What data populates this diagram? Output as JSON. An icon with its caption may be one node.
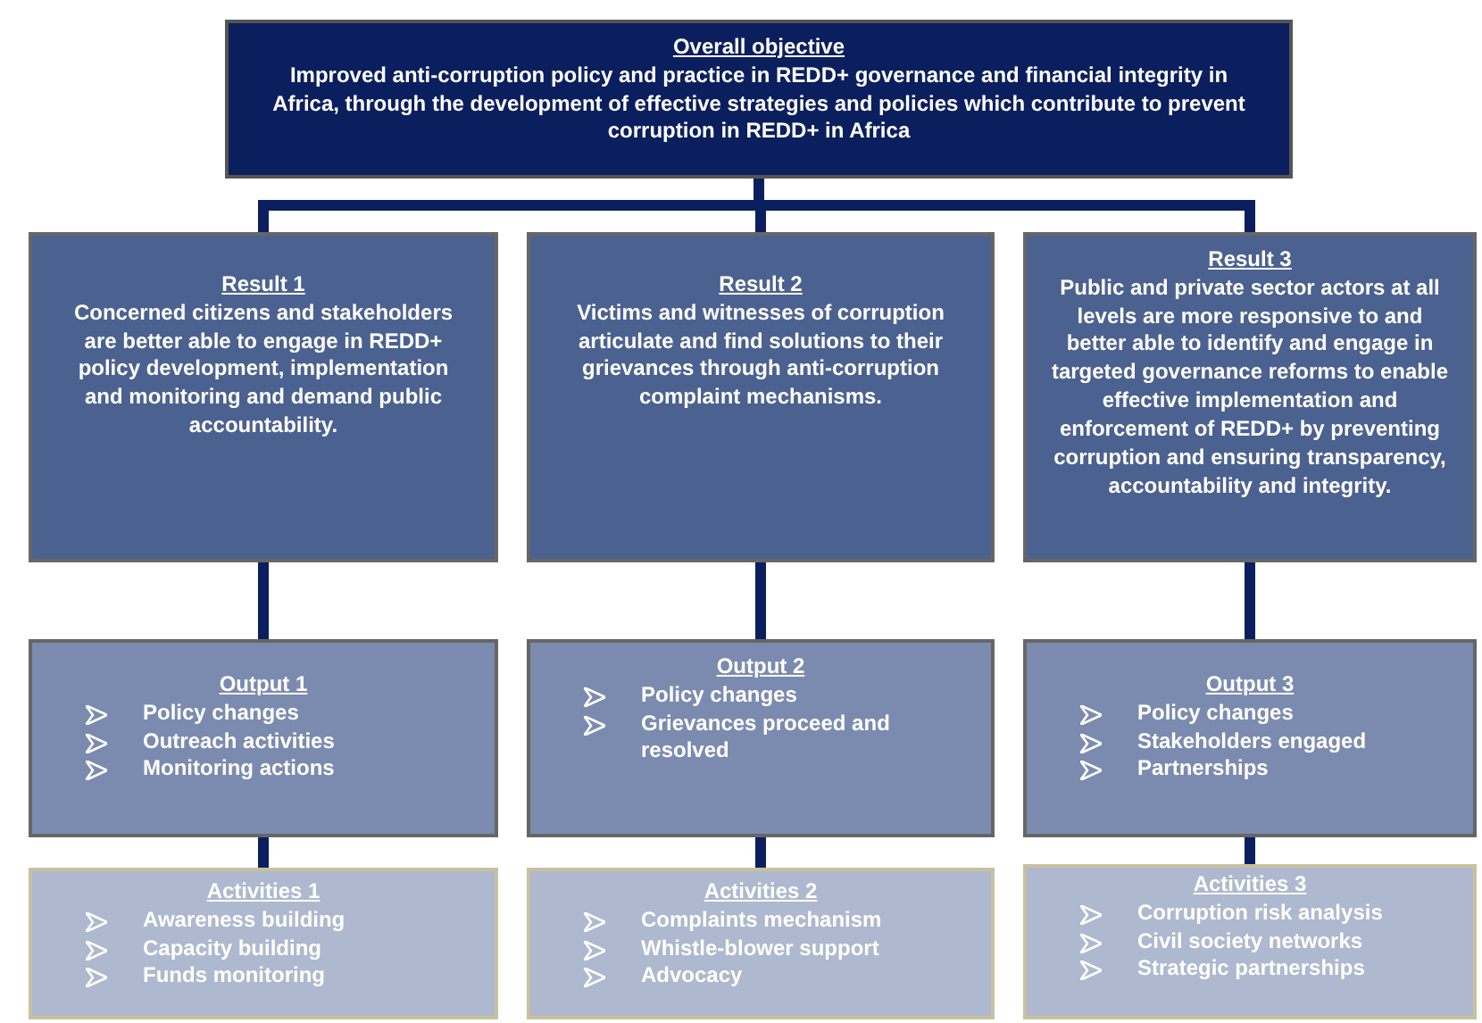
{
  "diagram": {
    "nodes": [
      {
        "text": [
          "Overall objective",
          "Improved anti-corruption policy and practice in REDD+ governance and financial integrity in Africa, through the development of effective strategies and policies which contribute to prevent corruption in REDD+ in Africa"
        ]
      },
      {
        "text": [
          "Result 1",
          "Concerned citizens and stakeholders are better able to engage in REDD+ policy development, implementation and monitoring and demand public accountability."
        ]
      },
      {
        "text": [
          "Result 2",
          "Victims and witnesses of corruption articulate and find solutions to their grievances through anti-corruption complaint mechanisms."
        ]
      },
      {
        "text": [
          "Result 3",
          "Public and private sector actors at all levels are more responsive to and better able to identify and engage in targeted governance reforms to enable effective implementation and enforcement of REDD+ by preventing corruption and ensuring transparency, accountability and integrity."
        ]
      },
      {
        "text": [
          "Output 1",
          "Policy changes",
          "Outreach activities",
          "Monitoring actions"
        ]
      },
      {
        "text": [
          "Output 2",
          "Policy changes",
          "Grievances proceed and resolved"
        ]
      },
      {
        "text": [
          "Output 3",
          "Policy changes",
          "Stakeholders engaged",
          "Partnerships"
        ]
      },
      {
        "text": [
          "Activities 1",
          "Awareness building",
          "Capacity building",
          "Funds monitoring"
        ]
      },
      {
        "text": [
          "Activities 2",
          "Complaints mechanism",
          "Whistle-blower support",
          "Advocacy"
        ]
      },
      {
        "text": [
          "Activities 3",
          "Corruption risk analysis",
          "Civil society networks",
          "Strategic partnerships"
        ]
      }
    ],
    "edges": [
      {
        "from": 0,
        "to": 1,
        "arrow": "none"
      },
      {
        "from": 0,
        "to": 2,
        "arrow": "none"
      },
      {
        "from": 0,
        "to": 3,
        "arrow": "none"
      },
      {
        "from": 1,
        "to": 4,
        "arrow": "none"
      },
      {
        "from": 2,
        "to": 5,
        "arrow": "none"
      },
      {
        "from": 3,
        "to": 6,
        "arrow": "none"
      },
      {
        "from": 4,
        "to": 7,
        "arrow": "none"
      },
      {
        "from": 5,
        "to": 8,
        "arrow": "none"
      },
      {
        "from": 6,
        "to": 9,
        "arrow": "none"
      }
    ]
  }
}
